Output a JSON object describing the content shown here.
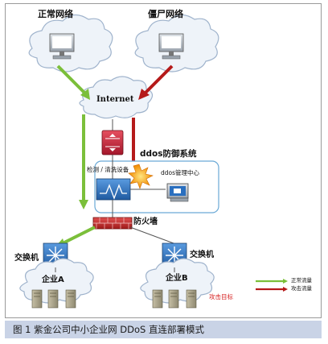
{
  "diagram": {
    "labels": {
      "normal_network": "正常网络",
      "zombie_network": "僵尸网络",
      "internet": "Internet",
      "ddos_system": "ddos防御系统",
      "detect_clean": "检测 / 清洗设备",
      "ddos_mgmt": "ddos管理中心",
      "firewall": "防火墙",
      "switch_left": "交换机",
      "switch_right": "交换机",
      "enterprise_a": "企业A",
      "enterprise_b": "企业B",
      "attack_target": "攻击目标"
    },
    "legend": {
      "normal_traffic": "正常流量",
      "attack_traffic": "攻击流量"
    },
    "colors": {
      "normal_arrow": "#7bbf3a",
      "attack_arrow": "#b51a1a",
      "cloud_fill": "#eef3f9",
      "cloud_stroke": "#9fb3cc",
      "device_blue": "#2e6fb5",
      "router_red": "#c8283a",
      "firewall_red": "#c62a2a",
      "ddos_box_stroke": "#6aa9d6",
      "caption_bg": "#c9d3e6",
      "attack_target_text": "#d62020"
    }
  },
  "caption": {
    "text": "图 1  紫金公司中小企业网 DDoS 直连部署模式"
  }
}
